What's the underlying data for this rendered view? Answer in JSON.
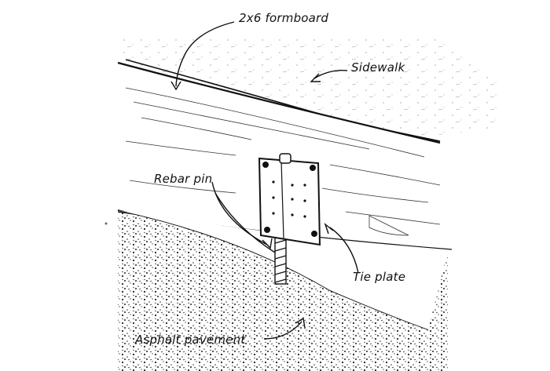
{
  "labels": {
    "formboard": "2x6 formboard",
    "sidewalk": "Sidewalk",
    "rebar_pin": "Rebar pin",
    "tie_plate": "Tie plate",
    "asphalt": "Asphalt pavement"
  },
  "colors": {
    "ink": "#111111",
    "paper": "#ffffff"
  }
}
